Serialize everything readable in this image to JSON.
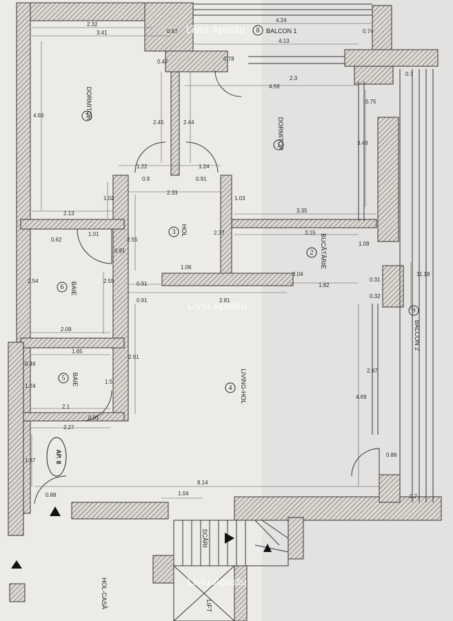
{
  "watermark": "Liviu Apostu",
  "apartment_label": "AP. 8",
  "rooms": [
    {
      "number": "1",
      "name": "DORMITOR"
    },
    {
      "number": "2",
      "name": "BUCĂTĂRIE"
    },
    {
      "number": "3",
      "name": "HOL"
    },
    {
      "number": "4",
      "name": "LIVING-HOL"
    },
    {
      "number": "5",
      "name": "BAIE"
    },
    {
      "number": "6",
      "name": "BAIE"
    },
    {
      "number": "7",
      "name": "DORMITOR"
    },
    {
      "number": "8",
      "name": "BALCON 1"
    },
    {
      "number": "9",
      "name": "BALCON 2"
    }
  ],
  "labels": {
    "stairs": "SCĂRI",
    "lift": "LIFT",
    "hall": "HOL-CASĂ"
  },
  "dimensions": {
    "d_2_32": "2.32",
    "d_3_41": "3.41",
    "d_0_67": "0.67",
    "d_4_24": "4.24",
    "d_0_74": "0.74",
    "d_4_13": "4.13",
    "d_0_78": "0.78",
    "d_2_3": "2.3",
    "d_0_47": "0.47",
    "d_4_59": "4.59",
    "d_0_7a": "0.7",
    "d_0_75": "0.75",
    "d_4_66": "4.66",
    "d_2_45": "2.45",
    "d_2_44": "2.44",
    "d_3_48": "3.48",
    "d_1_22": "1.22",
    "d_1_24": "1.24",
    "d_0_9": "0.9",
    "d_0_91a": "0.91",
    "d_2_33": "2.33",
    "d_1_02": "1.02",
    "d_1_03": "1.03",
    "d_2_13": "2.13",
    "d_3_35": "3.35",
    "d_3_15": "3.15",
    "d_0_62": "0.62",
    "d_1_01": "1.01",
    "d_2_55a": "2.55",
    "d_2_37": "2.37",
    "d_0_91b": "0.91",
    "d_1_09": "1.09",
    "d_1_06": "1.06",
    "d_3_04": "3.04",
    "d_0_91c": "0.91",
    "d_1_82": "1.82",
    "d_0_31": "0.31",
    "d_2_54": "2.54",
    "d_2_55b": "2.55",
    "d_0_91d": "0.91",
    "d_2_81": "2.81",
    "d_0_32": "0.32",
    "d_11_18": "11.18",
    "d_2_09": "2.09",
    "d_1_65": "1.65",
    "d_0_46": "0.46",
    "d_2_91": "2.91",
    "d_1_24b": "1.24",
    "d_1_5": "1.5",
    "d_2_87": "2.87",
    "d_4_69": "4.69",
    "d_2_1": "2.1",
    "d_0_81": "0.81",
    "d_2_27": "2.27",
    "d_1_87": "1.87",
    "d_0_86": "0.86",
    "d_8_14": "8.14",
    "d_0_88": "0.88",
    "d_1_04": "1.04",
    "d_0_7b": "0.7"
  }
}
